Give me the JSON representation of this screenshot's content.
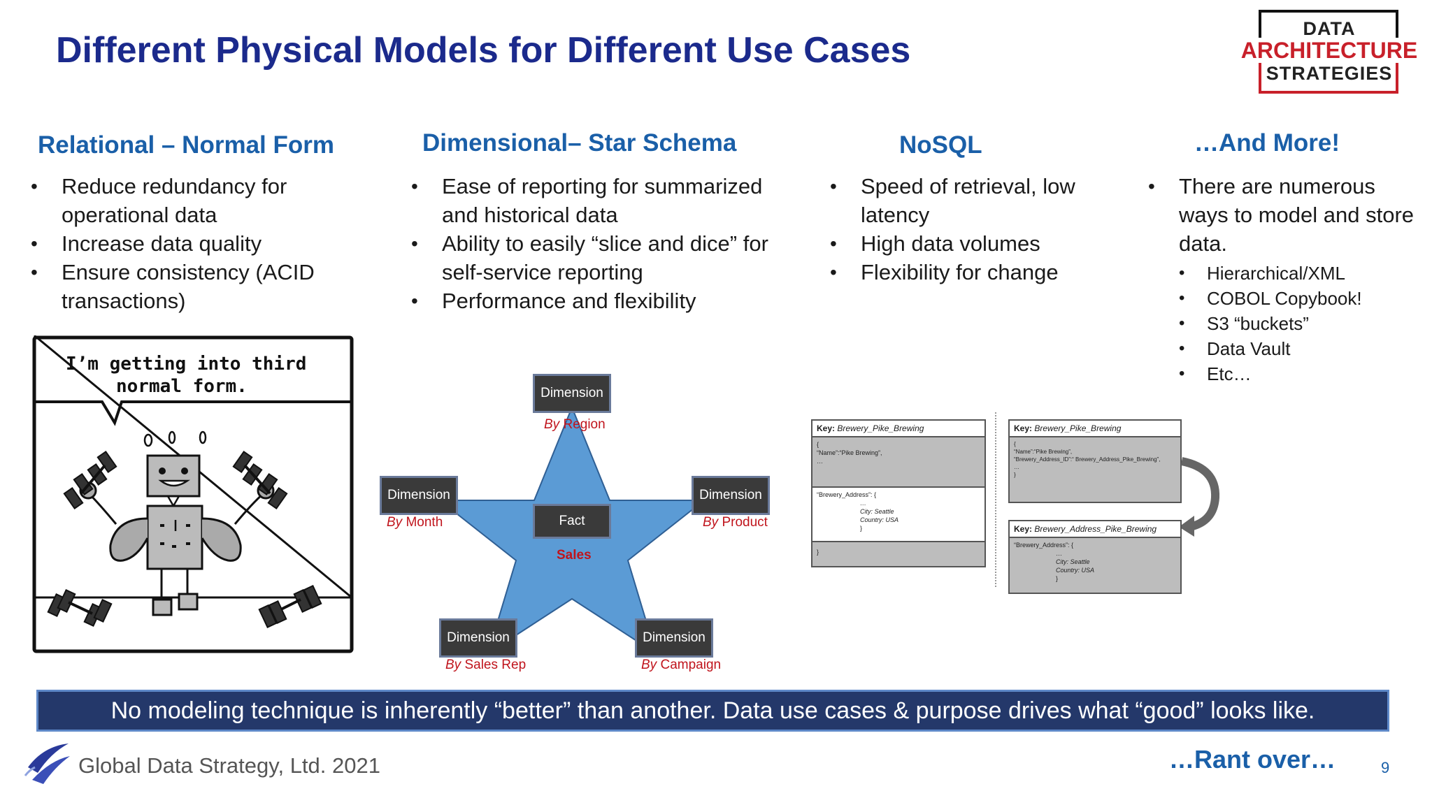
{
  "title": "Different Physical Models for Different Use Cases",
  "logo": {
    "line1": "DATA",
    "line2": "ARCHITECTURE",
    "line3": "STRATEGIES"
  },
  "columns": [
    {
      "heading": "Relational – Normal Form",
      "bullets": [
        "Reduce redundancy for operational data",
        "Increase data quality",
        "Ensure consistency (ACID transactions)"
      ]
    },
    {
      "heading": "Dimensional– Star Schema",
      "bullets": [
        "Ease of reporting for summarized and historical data",
        "Ability to easily “slice and dice” for self-service reporting",
        "Performance and flexibility"
      ]
    },
    {
      "heading": "NoSQL",
      "bullets": [
        "Speed of retrieval, low latency",
        "High data volumes",
        "Flexibility for change"
      ]
    },
    {
      "heading": "…And More!",
      "bullets": [
        "There are numerous ways to model and store data."
      ],
      "sub_bullets": [
        "Hierarchical/XML",
        "COBOL Copybook!",
        "S3 “buckets”",
        "Data Vault",
        "Etc…"
      ]
    }
  ],
  "cartoon": {
    "speech_line1": "I’m getting into third",
    "speech_line2": "normal form."
  },
  "star": {
    "fact": "Fact",
    "fact_label": "Sales",
    "dimension_word": "Dimension",
    "by_word": "By",
    "dims": [
      "Region",
      "Month",
      "Product",
      "Sales Rep",
      "Campaign"
    ]
  },
  "nosql": {
    "doc1_key_label": "Key:",
    "doc1_key": "Brewery_Pike_Brewing",
    "doc1_lines": [
      "{",
      "“Name”:“Pike Brewing”,",
      "…"
    ],
    "doc1_address": "“Brewery_Address”: {",
    "doc1_address_lines": [
      "…",
      "City: Seattle",
      "Country: USA",
      "}"
    ],
    "doc1_close": "}",
    "doc2_key_label": "Key:",
    "doc2_key": "Brewery_Pike_Brewing",
    "doc2_lines": [
      "{",
      "“Name”:“Pike Brewing”,",
      "“Brewery_Address_ID”:“ Brewery_Address_Pike_Brewing”,",
      "…",
      "}"
    ],
    "doc3_key_label": "Key:",
    "doc3_key": "Brewery_Address_Pike_Brewing",
    "doc3_address": "“Brewery_Address”: {",
    "doc3_lines": [
      "…",
      "City: Seattle",
      "Country: USA",
      "}"
    ]
  },
  "banner": "No modeling technique is inherently “better” than another.  Data use cases & purpose drives what “good” looks like.",
  "footer": "Global Data Strategy, Ltd. 2021",
  "rant": "…Rant over…",
  "page_number": "9"
}
